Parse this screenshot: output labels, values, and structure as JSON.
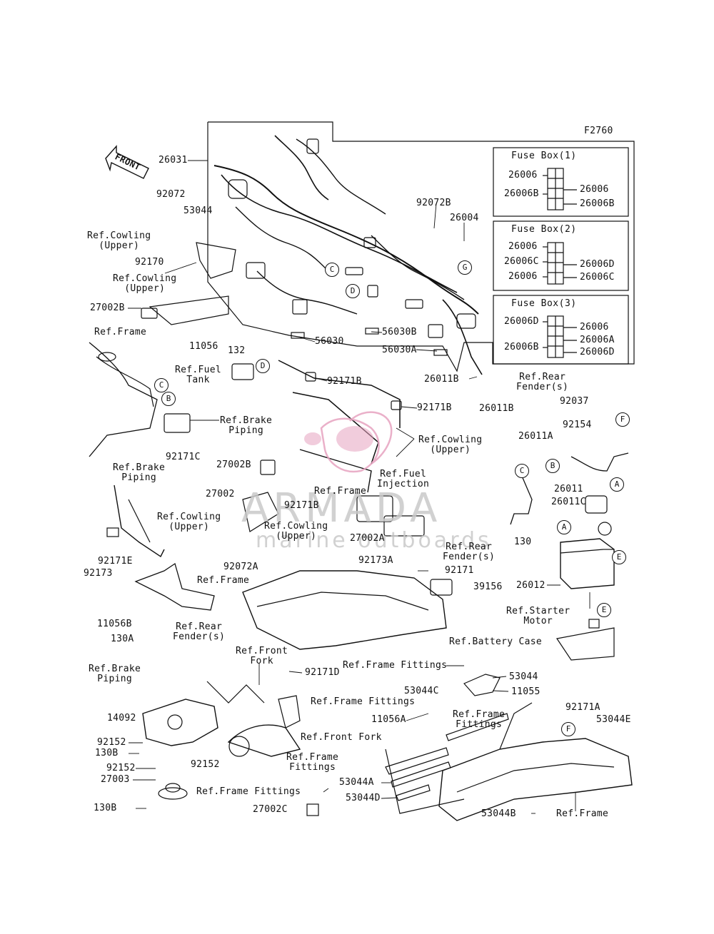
{
  "figure_code": "F2760",
  "watermark": {
    "brand": "ARMADA",
    "tagline": "marine outboards"
  },
  "front_arrow": "FRONT",
  "fuse_boxes": [
    {
      "title": "Fuse Box(1)",
      "left_labels": [
        "26006",
        "26006B"
      ],
      "right_labels": [
        "26006",
        "26006B"
      ]
    },
    {
      "title": "Fuse Box(2)",
      "left_labels": [
        "26006",
        "26006C",
        "26006"
      ],
      "right_labels": [
        "26006D",
        "26006C"
      ]
    },
    {
      "title": "Fuse Box(3)",
      "left_labels": [
        "26006D",
        "26006B"
      ],
      "right_labels": [
        "26006",
        "26006A",
        "26006D"
      ]
    }
  ],
  "circle_markers": [
    "G",
    "C",
    "D",
    "C",
    "B",
    "D",
    "F",
    "C",
    "B",
    "A",
    "A",
    "E",
    "E",
    "F"
  ],
  "labels": [
    "26031",
    "92072",
    "53044",
    "Ref.Cowling\n(Upper)",
    "92170",
    "Ref.Cowling\n(Upper)",
    "27002B",
    "11056",
    "92072B",
    "26004",
    "56030",
    "56030B",
    "56030A",
    "26011B",
    "26011B",
    "Ref.Frame",
    "132",
    "Ref.Fuel\nTank",
    "92171B",
    "92171B",
    "Ref.Brake\nPiping",
    "92171C",
    "Ref.Brake\nPiping",
    "Ref.Cowling\n(Upper)",
    "Ref.Rear\nFender(s)",
    "92037",
    "26011A",
    "92154",
    "26011",
    "26011C",
    "Ref.Fuel\nInjection",
    "27002B",
    "27002",
    "Ref.Frame",
    "92171B",
    "Ref.Cowling\n(Upper)",
    "27002A",
    "130",
    "Ref.Cowling\n(Upper)",
    "92171E",
    "92173",
    "92072A",
    "92173A",
    "Ref.Rear\nFender(s)",
    "92171",
    "39156",
    "26012",
    "Ref.Frame",
    "11056B",
    "130A",
    "Ref.Rear\nFender(s)",
    "Ref.Starter\nMotor",
    "Ref.Battery Case",
    "Ref.Front\nFork",
    "92171D",
    "Ref.Frame Fittings",
    "53044",
    "Ref.Brake\nPiping",
    "53044C",
    "11055",
    "14092",
    "Ref.Frame Fittings",
    "Ref.Front Fork",
    "11056A",
    "Ref.Frame\nFittings",
    "92171A",
    "53044E",
    "92152",
    "130B",
    "92152",
    "92152",
    "27003",
    "Ref.Frame\nFittings",
    "53044A",
    "53044D",
    "130B",
    "Ref.Frame Fittings",
    "27002C",
    "53044B",
    "Ref.Frame"
  ]
}
